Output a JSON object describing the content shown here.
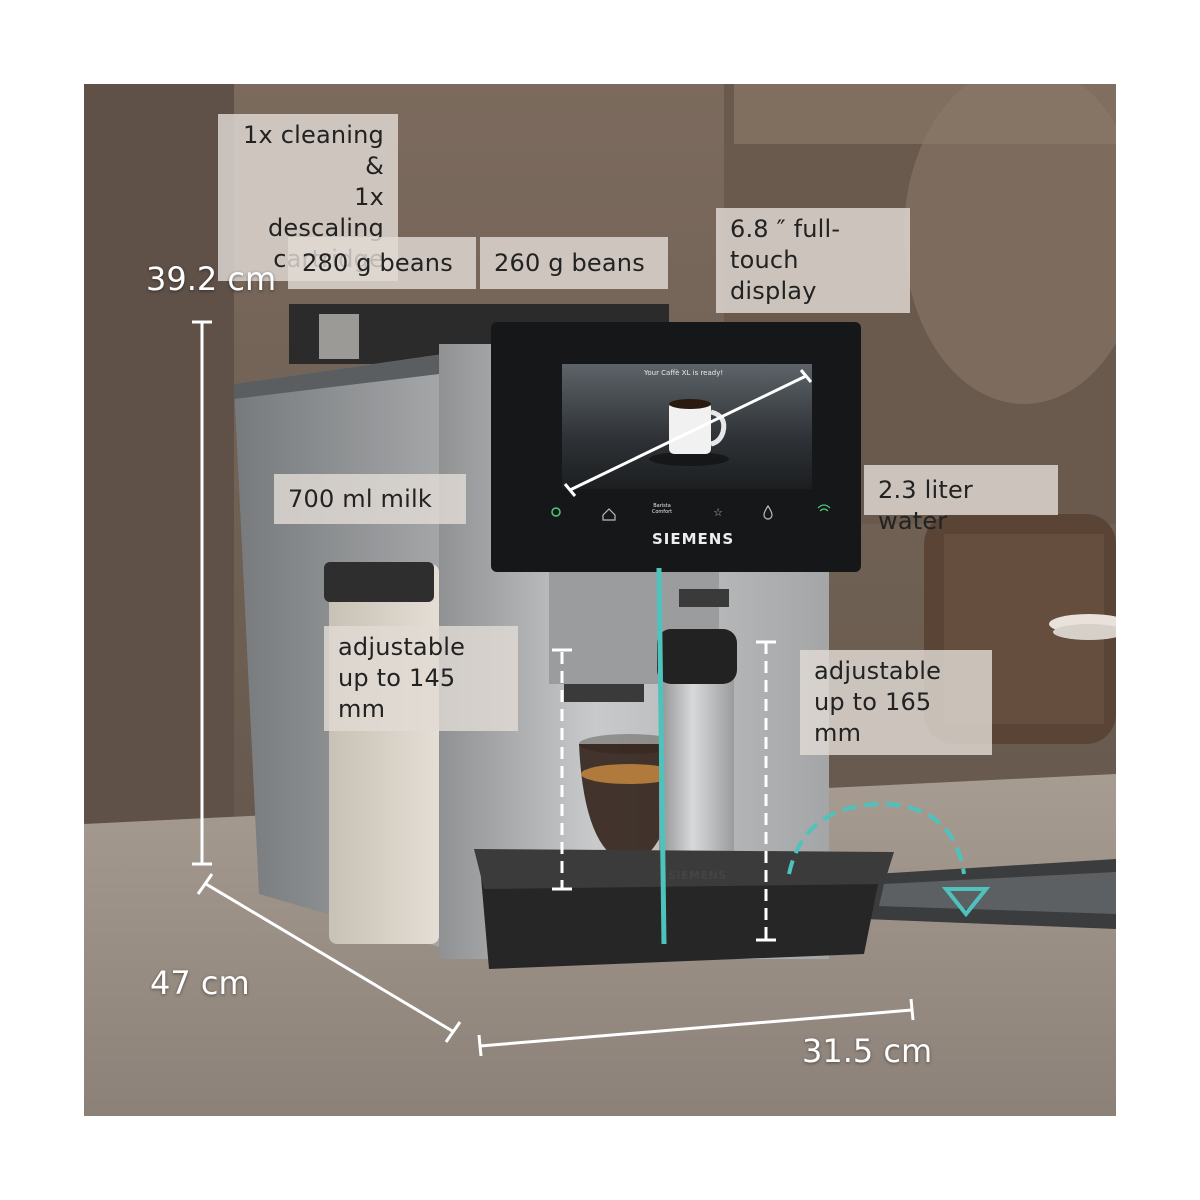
{
  "labels": {
    "cartridge": "1x cleaning &\n1x descaling\ncartridge",
    "beans_left": "280 g beans",
    "beans_right": "260 g beans",
    "display": "6.8 ″ full-touch\ndisplay",
    "milk": "700 ml milk",
    "water": "2.3 liter water",
    "adjust_left": "adjustable\nup to 145 mm",
    "adjust_right": "adjustable\nup to 165 mm"
  },
  "dimensions": {
    "height": "39.2 cm",
    "depth": "47 cm",
    "width": "31.5 cm"
  },
  "screen": {
    "message": "Your Caffè XL is ready!",
    "mode": "Barista Comfort"
  },
  "brand": {
    "machine": "SIEMENS",
    "cup": "SIEMENS"
  },
  "colors": {
    "accent_teal": "#4ec3bd",
    "dimension_line": "#ffffff"
  },
  "icons": [
    "power-icon",
    "home-icon",
    "star-icon",
    "drop-icon",
    "wifi-icon"
  ]
}
